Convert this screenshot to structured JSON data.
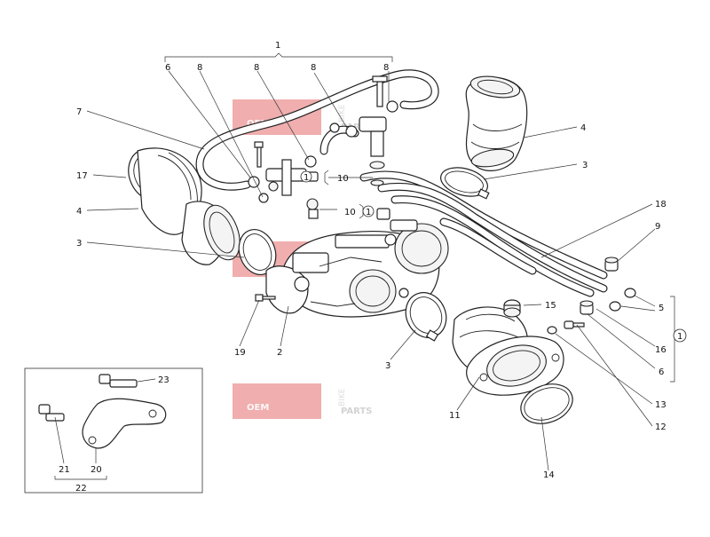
{
  "diagram": {
    "callouts": [
      {
        "id": "c1",
        "text": "1"
      },
      {
        "id": "c6a",
        "text": "6"
      },
      {
        "id": "c8a",
        "text": "8"
      },
      {
        "id": "c8b",
        "text": "8"
      },
      {
        "id": "c8c",
        "text": "8"
      },
      {
        "id": "c8d",
        "text": "8"
      },
      {
        "id": "c7",
        "text": "7"
      },
      {
        "id": "c4a",
        "text": "4"
      },
      {
        "id": "c3a",
        "text": "3"
      },
      {
        "id": "c17",
        "text": "17"
      },
      {
        "id": "c4b",
        "text": "4"
      },
      {
        "id": "c3b",
        "text": "3"
      },
      {
        "id": "c10a",
        "text": "10"
      },
      {
        "id": "c10b",
        "text": "10"
      },
      {
        "id": "c18",
        "text": "18"
      },
      {
        "id": "c9",
        "text": "9"
      },
      {
        "id": "c5",
        "text": "5"
      },
      {
        "id": "c16",
        "text": "16"
      },
      {
        "id": "c6b",
        "text": "6"
      },
      {
        "id": "c15",
        "text": "15"
      },
      {
        "id": "c19",
        "text": "19"
      },
      {
        "id": "c2",
        "text": "2"
      },
      {
        "id": "c3c",
        "text": "3"
      },
      {
        "id": "c11",
        "text": "11"
      },
      {
        "id": "c13",
        "text": "13"
      },
      {
        "id": "c12",
        "text": "12"
      },
      {
        "id": "c14",
        "text": "14"
      },
      {
        "id": "c23",
        "text": "23"
      },
      {
        "id": "c21",
        "text": "21"
      },
      {
        "id": "c20",
        "text": "20"
      },
      {
        "id": "c22",
        "text": "22"
      }
    ],
    "circled_marks": [
      {
        "id": "m10a",
        "text": "1"
      },
      {
        "id": "m10b",
        "text": "1"
      },
      {
        "id": "m_right",
        "text": "1"
      }
    ],
    "watermark": {
      "oem": "OEM",
      "bike": "BIKE",
      "parts": "PARTS"
    }
  }
}
